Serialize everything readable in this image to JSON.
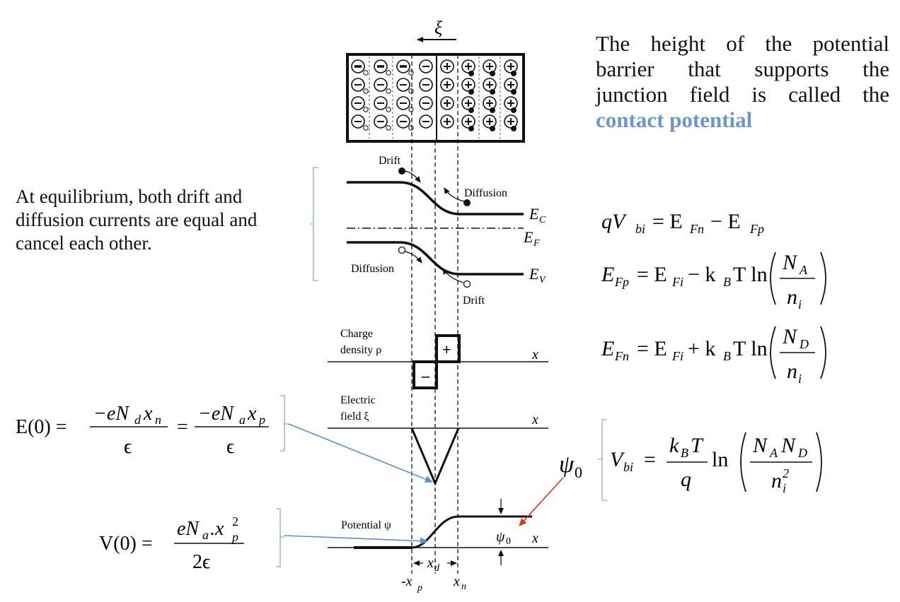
{
  "note_top": {
    "line1": "The height of the potential",
    "line2": "barrier that supports the",
    "line3": "junction field is called the",
    "highlight": "contact potential"
  },
  "note_left": {
    "line1": "At equilibrium, both drift and",
    "line2": "diffusion currents are equal and",
    "line3": "cancel each other."
  },
  "diagram_labels": {
    "field_arrow": "ξ",
    "drift_top": "Drift",
    "diffusion_top": "Diffusion",
    "diffusion_bottom": "Diffusion",
    "drift_bottom": "Drift",
    "ec": "E",
    "ec_sub": "C",
    "ef": "E",
    "ef_sub": "F",
    "ev": "E",
    "ev_sub": "V",
    "charge_line1": "Charge",
    "charge_line2": "density ρ",
    "plus": "+",
    "minus": "–",
    "x_axis": "x",
    "field_line1": "Electric",
    "field_line2": "field ξ",
    "potential": "Potential ψ",
    "psi0": "ψ",
    "psi0_sub": "0",
    "xp": "-x",
    "xp_sub": "p",
    "xd": "x",
    "xd_sub": "d",
    "xn": "x",
    "xn_sub": "n"
  },
  "psi0_callout": {
    "symbol": "ψ",
    "sub": "0"
  },
  "equations": {
    "e0_lhs": "E(0) =",
    "e0_num1": "−eN",
    "e0_num1_sub": "d",
    "e0_num1_tail": "x",
    "e0_num1_tail_sub": "n",
    "e0_den": "ϵ",
    "e0_eq2": "=",
    "e0_num2": "−eN",
    "e0_num2_sub": "a",
    "e0_num2_tail": "x",
    "e0_num2_tail_sub": "p",
    "v0_lhs": "V(0) =",
    "v0_num": "eN",
    "v0_num_sub": "a",
    "v0_num_mid": ".x",
    "v0_num_sup": "2",
    "v0_num_sub2": "p",
    "v0_den": "2ϵ",
    "qvbi": "qV",
    "qvbi_sub": "bi",
    "qvbi_rhs": "= E",
    "qvbi_fn": "Fn",
    "qvbi_minus": "− E",
    "qvbi_fp": "Fp",
    "efp_lhs": "E",
    "efp_sub": "Fp",
    "efp_eq": "= E",
    "efp_fi": "Fi",
    "efp_op": "− k",
    "efp_kb": "B",
    "efp_tln": "T ln",
    "efp_num": "N",
    "efp_num_sub": "A",
    "efp_den": "n",
    "efp_den_sub": "i",
    "efn_lhs": "E",
    "efn_sub": "Fn",
    "efn_eq": "= E",
    "efn_fi": "Fi",
    "efn_op": "+ k",
    "efn_kb": "B",
    "efn_tln": "T ln",
    "efn_num": "N",
    "efn_num_sub": "D",
    "efn_den": "n",
    "efn_den_sub": "i",
    "vbi_lhs": "V",
    "vbi_sub": "bi",
    "vbi_eq": "=",
    "vbi_num": "k",
    "vbi_num_sub": "B",
    "vbi_num_t": "T",
    "vbi_den": "q",
    "vbi_ln": "ln",
    "vbi_inner_num": "N",
    "vbi_inner_num_sub1": "A",
    "vbi_inner_num2": "N",
    "vbi_inner_num_sub2": "D",
    "vbi_inner_den": "n",
    "vbi_inner_den_sup": "2",
    "vbi_inner_den_sub": "i"
  },
  "colors": {
    "accent_text": "#6d97c9",
    "arrow_blue": "#5b8fcf",
    "arrow_red": "#e0301e",
    "brace": "#8aaad0"
  }
}
